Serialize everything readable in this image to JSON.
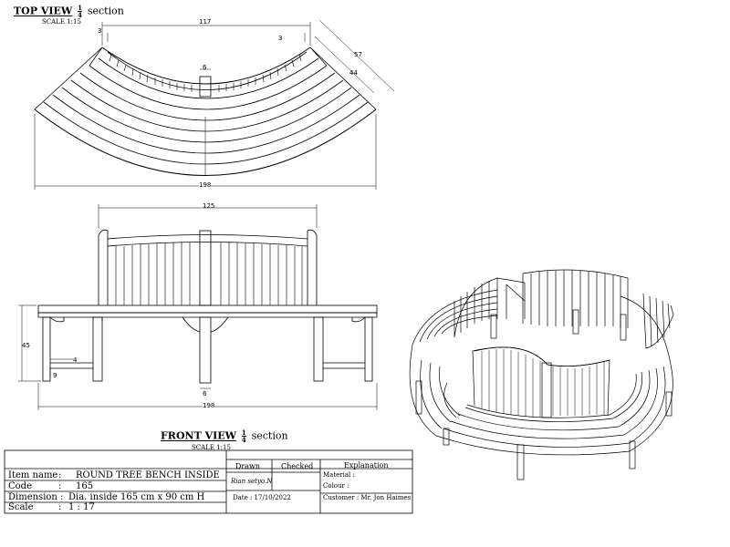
{
  "top_view": {
    "title": "TOP VIEW",
    "frac_num": "1",
    "frac_den": "4",
    "suffix": "section",
    "scale": "SCALE 1:15",
    "dims": {
      "width_top": "117",
      "width_bottom": "198",
      "side_57": "57",
      "side_44": "44",
      "gap_left": "3",
      "gap_right": "3",
      "post": "6"
    }
  },
  "front_view": {
    "title": "FRONT VIEW",
    "frac_num": "1",
    "frac_den": "4",
    "suffix": "section",
    "scale": "SCALE 1:15",
    "dims": {
      "back_width": "125",
      "height": "45",
      "leg": "4",
      "rail": "9",
      "post": "6",
      "total_width": "198"
    }
  },
  "title_block": {
    "item_name_key": "Item name",
    "item_name_val": "ROUND TREE BENCH INSIDE 165",
    "code_key": "Code",
    "code_val": "",
    "dimension_key": "Dimension",
    "dimension_val": "Dia. inside 165 cm x 90 cm H",
    "scale_key": "Scale",
    "scale_val": "1 : 17",
    "colon": ":",
    "drawn_header": "Drawn",
    "checked_header": "Checked",
    "explanation_header": "Explanation",
    "drawn_by": "Rian setyo.N",
    "date": "Date : 17/10/2022",
    "material": "Material :",
    "colour": "Colour   :",
    "customer": "Customer : Mr. Jon Haimes"
  }
}
